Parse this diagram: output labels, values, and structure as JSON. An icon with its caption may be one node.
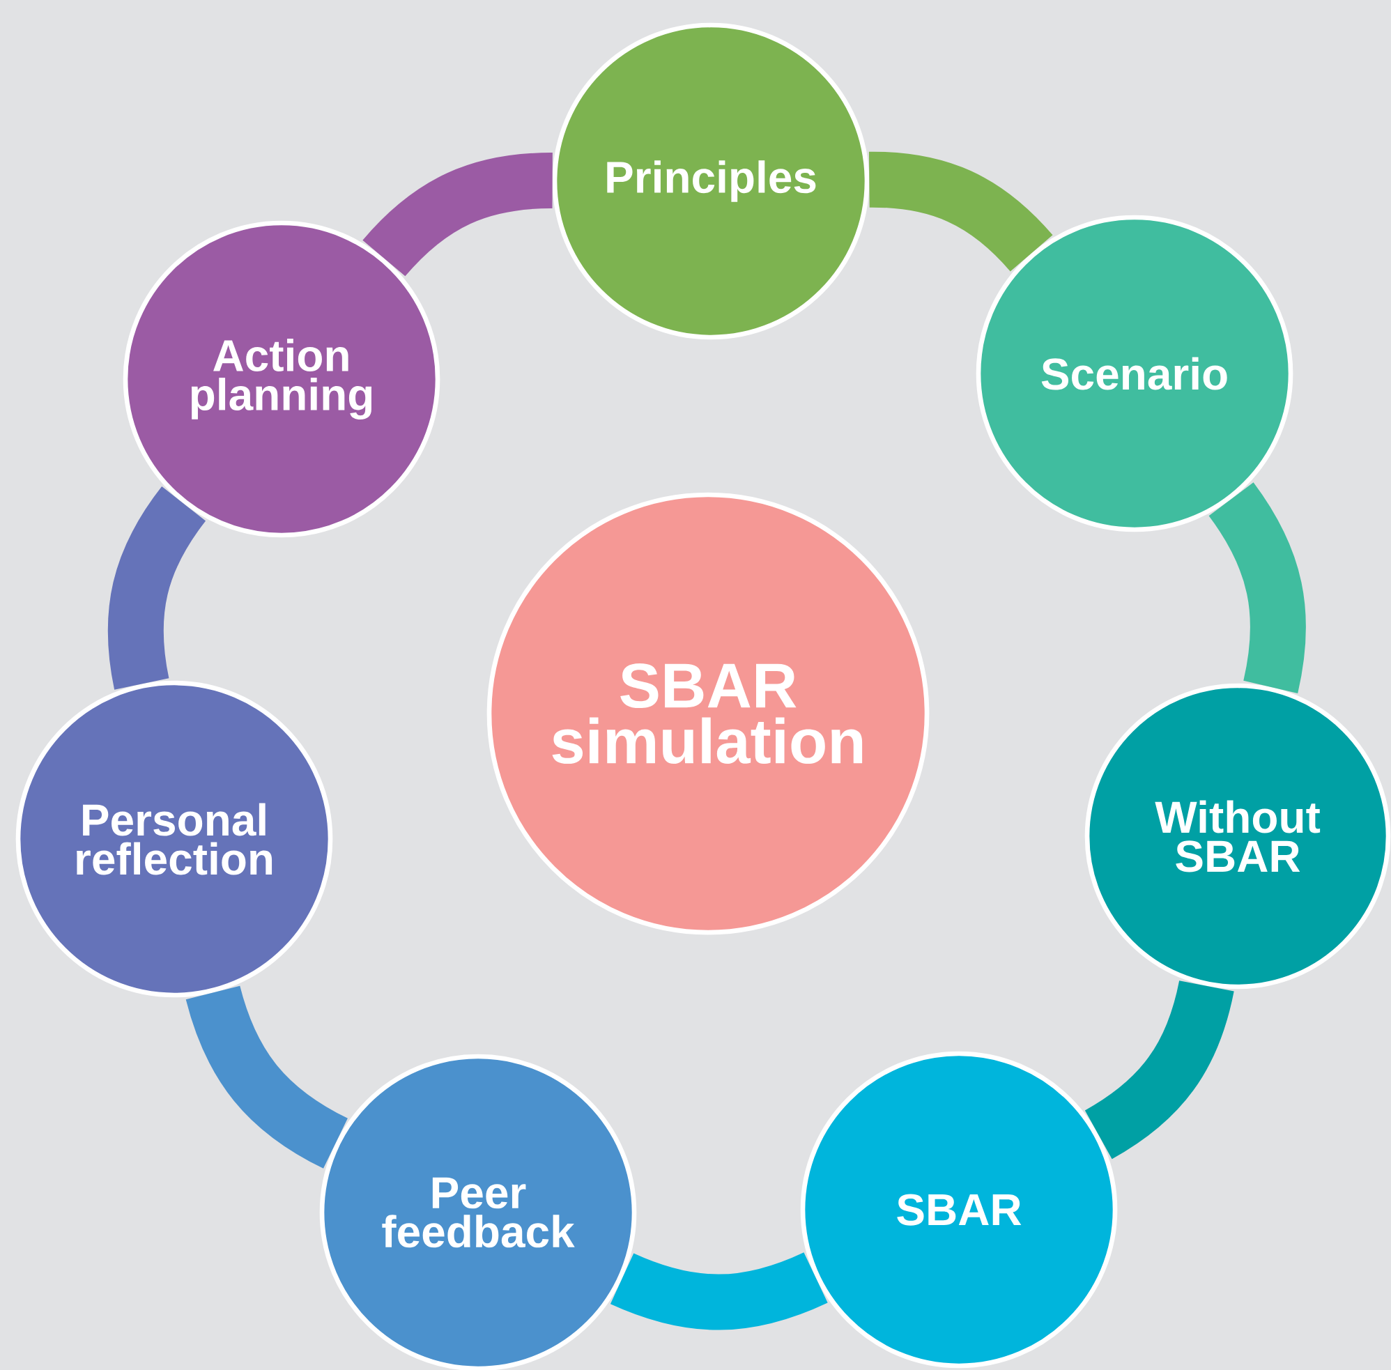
{
  "diagram": {
    "nodes": [
      {
        "text": [
          "SBAR simulation"
        ]
      },
      {
        "text": [
          "Principles"
        ]
      },
      {
        "text": [
          "Scenario"
        ]
      },
      {
        "text": [
          "Without SBAR"
        ]
      },
      {
        "text": [
          "SBAR"
        ]
      },
      {
        "text": [
          "Peer feedback"
        ]
      },
      {
        "text": [
          "Personal reflection"
        ]
      },
      {
        "text": [
          "Action planning"
        ]
      }
    ],
    "edges": [
      {
        "from": 1,
        "to": 2,
        "arrow": "none",
        "color": "#7db350"
      },
      {
        "from": 2,
        "to": 3,
        "arrow": "none",
        "color": "#40bd9f"
      },
      {
        "from": 3,
        "to": 4,
        "arrow": "none",
        "color": "#00a0a4"
      },
      {
        "from": 4,
        "to": 5,
        "arrow": "none",
        "color": "#00b5dc"
      },
      {
        "from": 5,
        "to": 6,
        "arrow": "none",
        "color": "#4b91cd"
      },
      {
        "from": 6,
        "to": 7,
        "arrow": "none",
        "color": "#6573b9"
      },
      {
        "from": 7,
        "to": 1,
        "arrow": "none",
        "color": "#9b5ba4"
      }
    ]
  }
}
